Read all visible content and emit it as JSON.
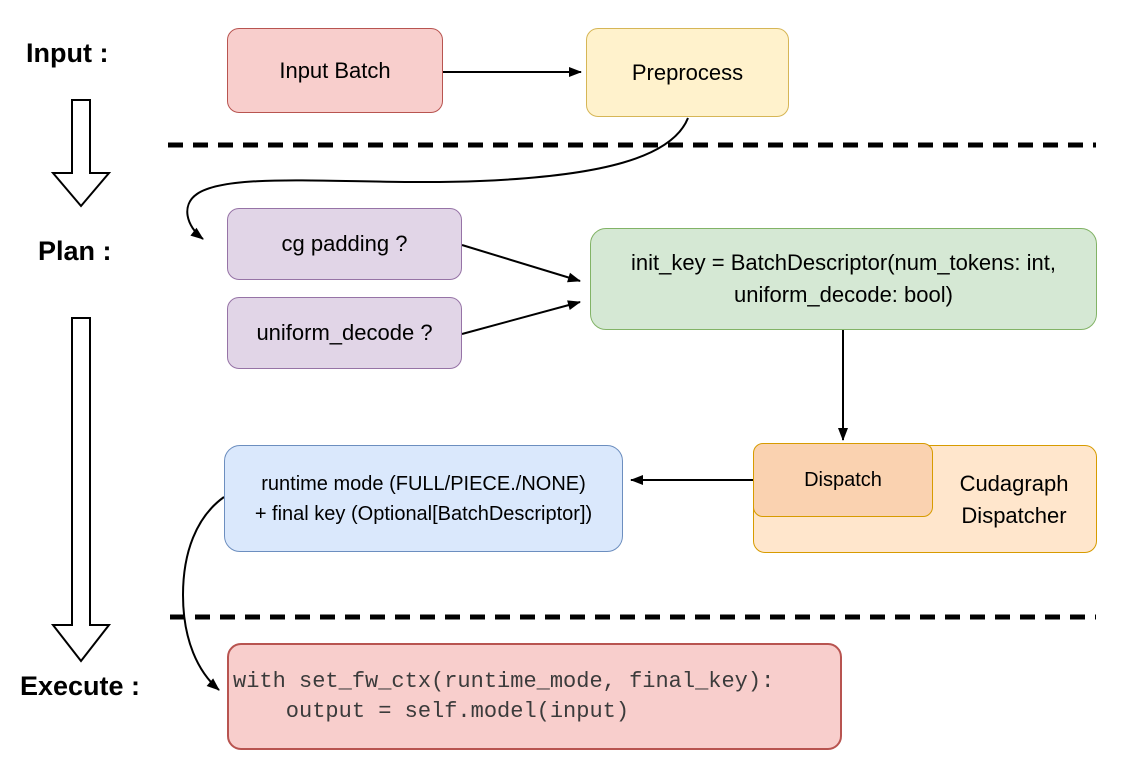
{
  "diagram": {
    "stage_labels": {
      "input": "Input :",
      "plan": "Plan :",
      "execute": "Execute :"
    },
    "nodes": {
      "input_batch": {
        "label": "Input Batch"
      },
      "preprocess": {
        "label": "Preprocess"
      },
      "cg_padding": {
        "label": "cg padding ?"
      },
      "uniform_decode": {
        "label": "uniform_decode ?"
      },
      "init_key": {
        "line1": "init_key = BatchDescriptor(num_tokens: int,",
        "line2": "uniform_decode: bool)"
      },
      "runtime_mode": {
        "line1": "runtime mode (FULL/PIECE./NONE)",
        "line2": "+ final key (Optional[BatchDescriptor])"
      },
      "dispatch": {
        "label": "Dispatch"
      },
      "cudagraph_dispatcher": {
        "line1": "Cudagraph",
        "line2": "Dispatcher"
      },
      "execute_code": {
        "line1": "with set_fw_ctx(runtime_mode, final_key):",
        "line2": "    output = self.model(input)"
      }
    },
    "colors": {
      "red_fill": "#f8cecc",
      "red_stroke": "#b85450",
      "yellow_fill": "#fff2cc",
      "yellow_stroke": "#d6b656",
      "purple_fill": "#e1d5e7",
      "purple_stroke": "#9673a6",
      "green_fill": "#d5e8d4",
      "green_stroke": "#82b366",
      "blue_fill": "#dae8fc",
      "blue_stroke": "#6c8ebf",
      "orange_fill": "#ffe6cc",
      "orange_stroke": "#d79b00",
      "dispatch_fill": "#fad2b0",
      "arrow": "#000000"
    }
  }
}
